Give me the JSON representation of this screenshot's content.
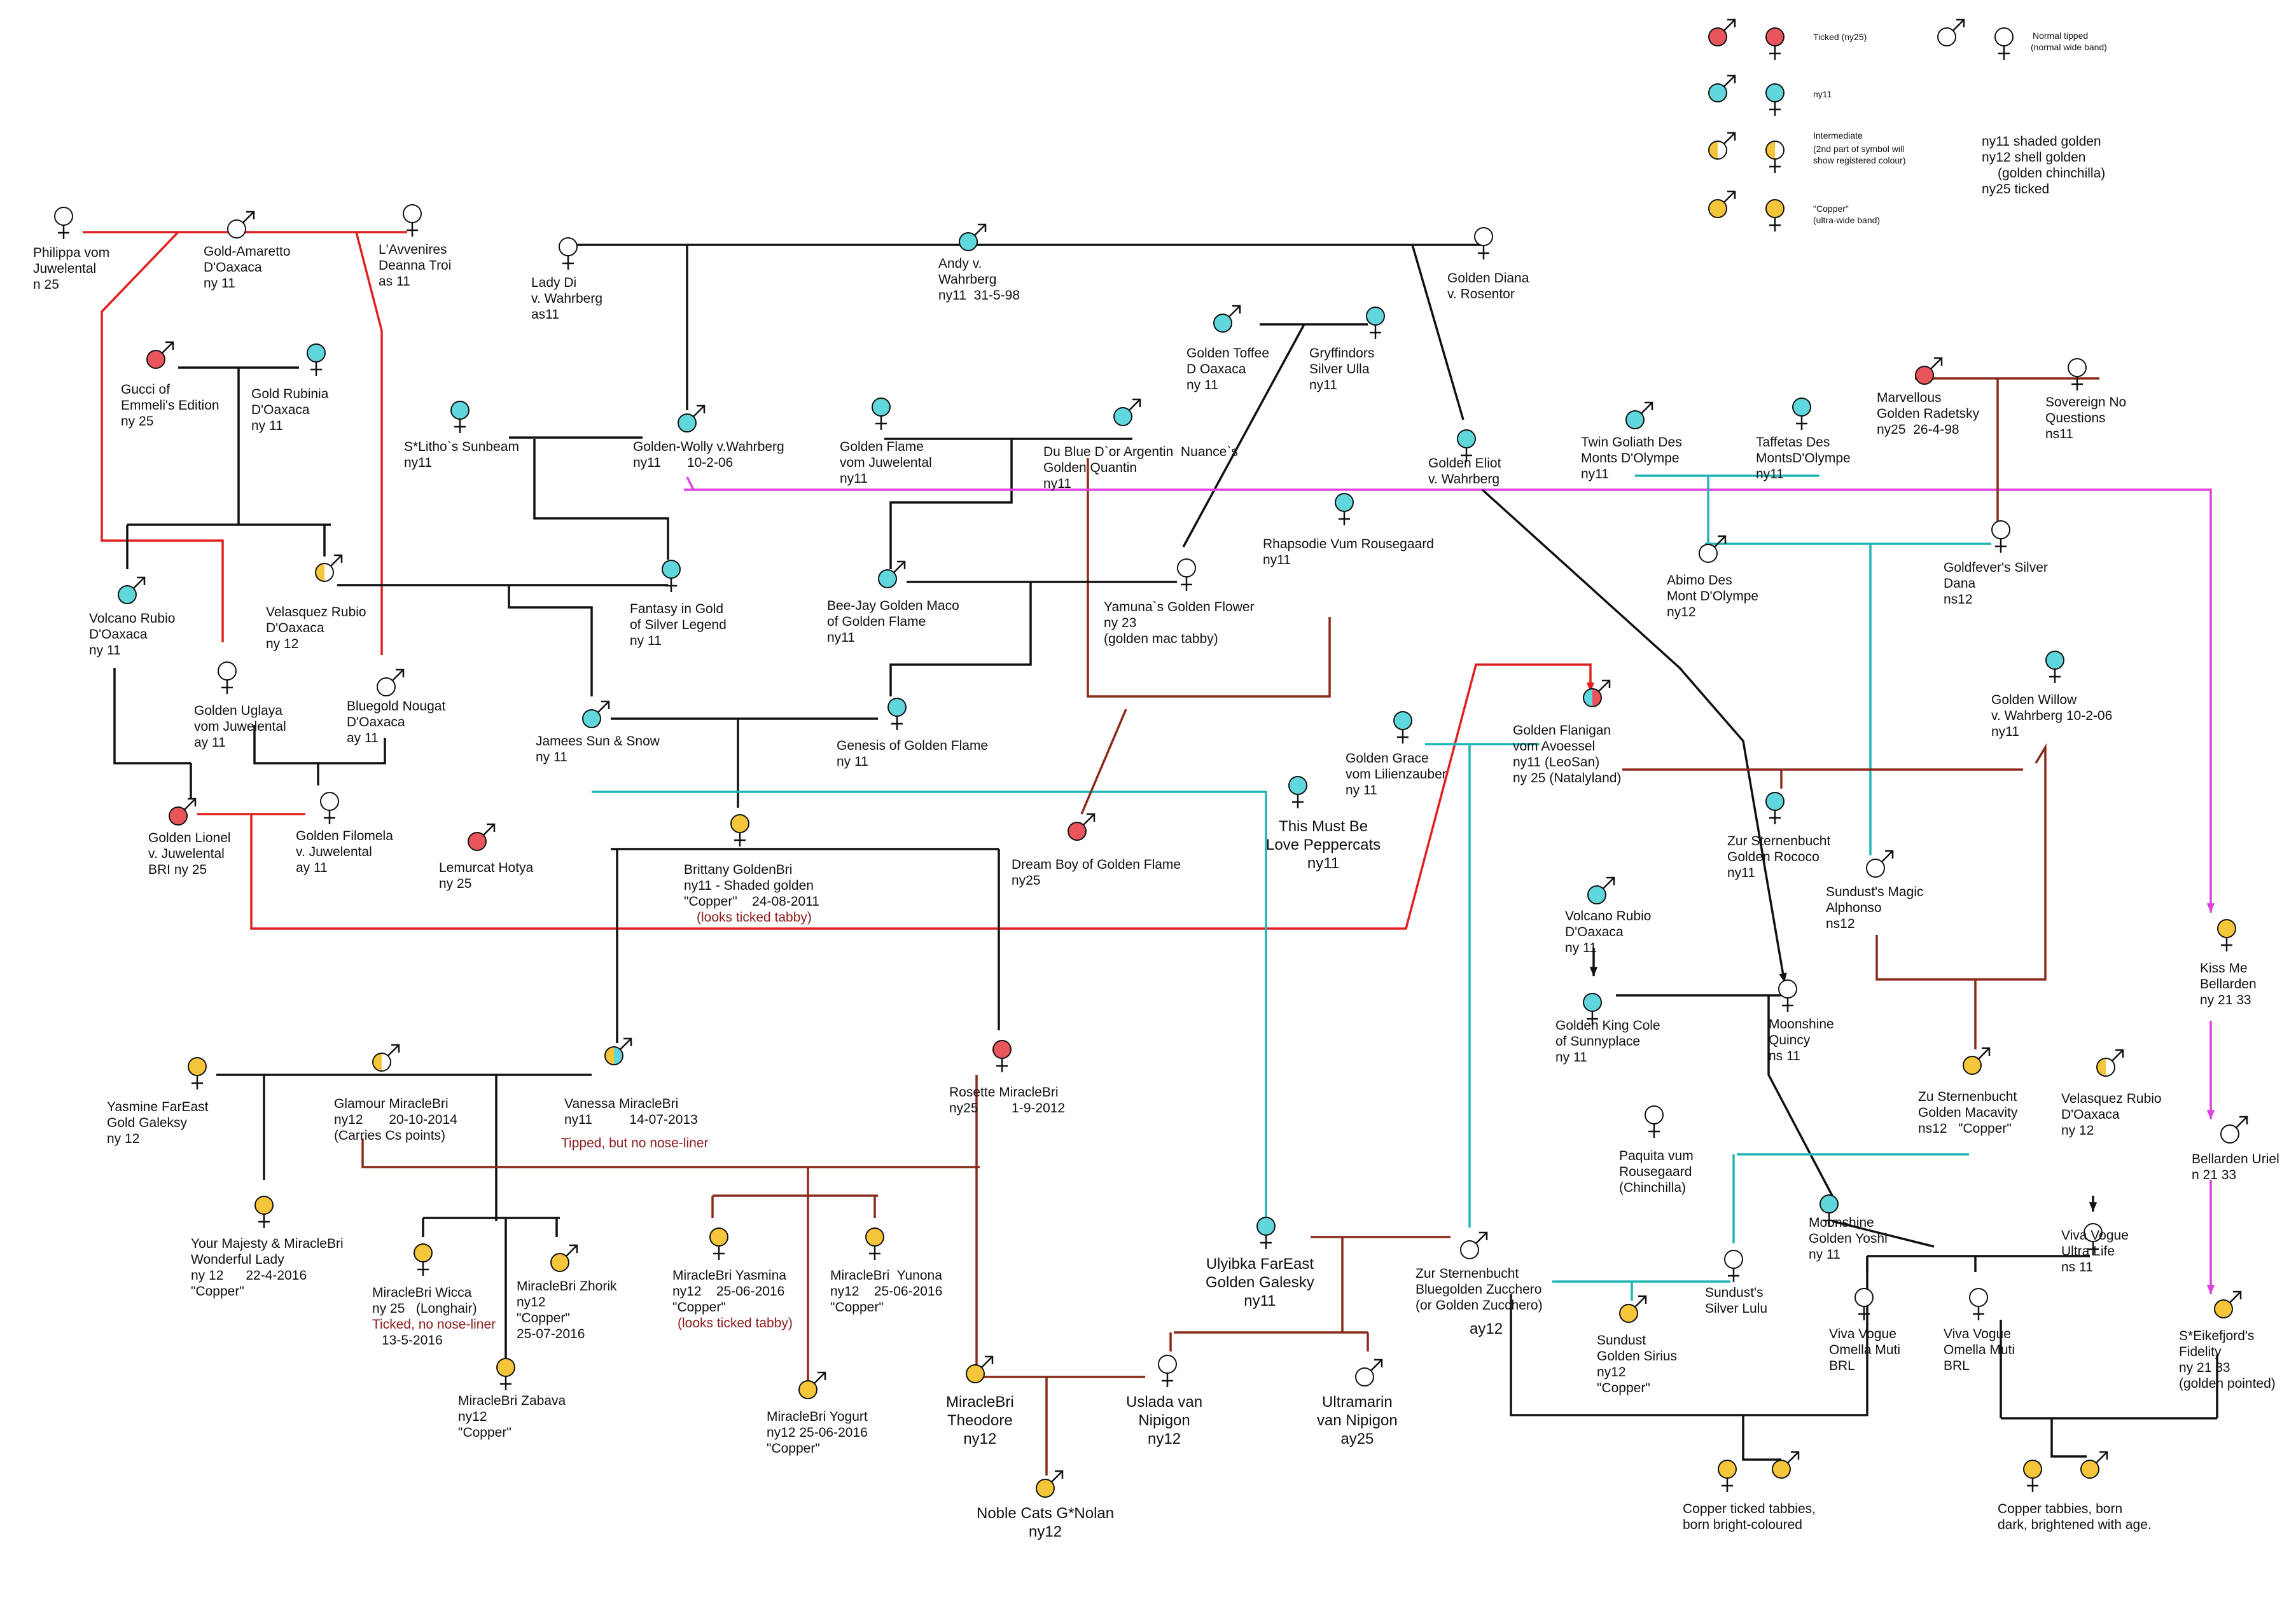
{
  "colors": {
    "ticked": "#e8555a",
    "ny11": "#5fd7dd",
    "copper": "#f5c53a",
    "normal": "#ffffff",
    "red_line": "#e02020",
    "teal_line": "#1fb5b5",
    "brown_line": "#8a2a1a",
    "magenta_line": "#e040e0",
    "black_line": "#111111"
  },
  "legend": {
    "ticked": "Ticked (ny25)",
    "normal": "Normal tipped",
    "normal_sub": "(normal wide band)",
    "ny11": "ny11",
    "intermediate": "Intermediate",
    "intermediate_sub1": "(2nd part of symbol will",
    "intermediate_sub2": "show registered colour)",
    "copper": "\"Copper\"",
    "copper_sub": "(ultra-wide band)",
    "codes": [
      "ny11 shaded golden",
      "ny12 shell golden",
      "(golden chinchilla)",
      "ny25 ticked"
    ]
  },
  "cats": {
    "philippa": "Philippa vom\nJuwelental\nn 25",
    "amaretto": "Gold-Amaretto\nD'Oaxaca\nny 11",
    "avvenires": "L'Avvenires\nDeanna Troi\nas 11",
    "ladydi": "Lady Di\nv. Wahrberg\nas11",
    "andy": "Andy v.\nWahrberg\nny11  31-5-98",
    "diana": "Golden Diana\nv. Rosentor",
    "gucci": "Gucci of\nEmmeli's Edition\nny 25",
    "rubinia": "Gold Rubinia\nD'Oaxaca\nny 11",
    "toffee": "Golden Toffee\nD Oaxaca\nny 11",
    "gryffindors": "Gryffindors\nSilver Ulla\nny11",
    "litho": "S*Litho`s Sunbeam\nny11",
    "wolly": "Golden-Wolly v.Wahrberg\nny11       10-2-06",
    "flame": "Golden Flame\nvom Juwelental\nny11",
    "dublue": "Du Blue D`or Argentin  Nuance`s\nGolden Quantin\nny11",
    "eliot": "Golden Eliot\nv. Wahrberg",
    "goliath": "Twin Goliath Des\nMonts D'Olympe\nny11",
    "taffetas": "Taffetas Des\nMontsD'Olympe\nny11",
    "marvellous": "Marvellous\nGolden Radetsky\nny25  26-4-98",
    "sovereign": "Sovereign No\nQuestions\nns11",
    "rhapsodie": "Rhapsodie Vum Rousegaard\nny11",
    "volcano1": "Volcano Rubio\nD'Oaxaca\nny 11",
    "velasquez1": "Velasquez Rubio\nD'Oaxaca\nny 12",
    "fantasy": "Fantasy in Gold\nof Silver Legend\nny 11",
    "beejay": "Bee-Jay Golden Maco\nof Golden Flame\nny11",
    "yamuna": "Yamuna`s Golden Flower\nny 23\n(golden mac tabby)",
    "abimo": "Abimo Des\nMont D'Olympe\nny12",
    "goldfever": "Goldfever's Silver\nDana\nns12",
    "uglaya": "Golden Uglaya\nvom Juwelental\nay 11",
    "nougat": "Bluegold Nougat\nD'Oaxaca\nay 11",
    "jamees": "Jamees Sun & Snow\nny 11",
    "genesis": "Genesis of Golden Flame\nny 11",
    "grace": "Golden Grace\nvom Lilienzauber\nny 11",
    "flanigan": "Golden Flanigan\nvom Avoessel\nny11 (LeoSan)\nny 25 (Natalyland)",
    "willow": "Golden Willow\nv. Wahrberg 10-2-06\nny11",
    "lionel": "Golden Lionel\nv. Juwelental\nBRI ny 25",
    "filomela": "Golden Filomela\nv. Juwelental\nay 11",
    "hotya": "Lemurcat Hotya\nny 25",
    "brittany": "Brittany GoldenBri\nny11 - Shaded golden\n\"Copper\"    24-08-2011",
    "brittany_note": "(looks ticked tabby)",
    "dreamboy": "Dream Boy of Golden Flame\nny25",
    "peppercats": "This Must Be\nLove Peppercats\nny11",
    "rococo": "Zur Sternenbucht\nGolden Rococo\nny11",
    "alphonso": "Sundust's Magic\nAlphonso\nns12",
    "volcano2": "Volcano Rubio\nD'Oaxaca\nny 11",
    "kingcole": "Golden King Cole\nof Sunnyplace\nny 11",
    "moonshine_q": "Moonshine\nQuincy\nns 11",
    "kissme": "Kiss Me\nBellarden\nny 21 33",
    "yasmine": "Yasmine FarEast\nGold Galeksy\nny 12",
    "glamour": "Glamour MiracleBri\nny12       20-10-2014\n(Carries Cs points)",
    "vanessa": "Vanessa MiracleBri\nny11          14-07-2013",
    "vanessa_note": "Tipped, but no nose-liner",
    "rosette": "Rosette MiracleBri\nny25         1-9-2012",
    "macavity": "Zu Sternenbucht\nGolden Macavity\nns12   \"Copper\"",
    "velasquez2": "Velasquez Rubio\nD'Oaxaca\nny 12",
    "uriel": "Bellarden Uriel\nn 21 33",
    "paquita": "Paquita vum\nRousegaard\n(Chinchilla)",
    "majesty": "Your Majesty & MiracleBri\nWonderful Lady\nny 12      22-4-2016\n\"Copper\"",
    "wicca": "MiracleBri Wicca\nny 25   (Longhair)",
    "wicca_note": "Ticked, no nose-liner",
    "wicca_date": "13-5-2016",
    "zhorik": "MiracleBri Zhorik\nny12\n\"Copper\"\n25-07-2016",
    "yasmina": "MiracleBri Yasmina\nny12    25-06-2016\n\"Copper\"",
    "yasmina_note": "(looks ticked tabby)",
    "yunona": "MiracleBri  Yunona\nny12    25-06-2016\n\"Copper\"",
    "galesky": "Ulyibka FarEast\nGolden Galesky\nny11",
    "zucchero": "Zur Sternenbucht\nBluegolden Zucchero\n(or Golden Zucchero)",
    "zucchero_code": "ay12",
    "sirius": "Sundust\nGolden Sirius\nny12\n\"Copper\"",
    "lulu": "Sundust's\nSilver Lulu",
    "yoshi": "Moonshine\nGolden Yoshi\nny 11",
    "ultralife": "Viva Vogue\nUltra Life\nns 11",
    "muti1": "Viva Vogue\nOmella Muti\nBRL",
    "muti2": "Viva Vogue\nOmella Muti\nBRL",
    "eikefjord": "S*Eikefjord's\nFidelity\nny 21 33\n(golden pointed)",
    "zabava": "MiracleBri Zabava\nny12\n\"Copper\"",
    "yogurt": "MiracleBri Yogurt\nny12 25-06-2016\n\"Copper\"",
    "theodore": "MiracleBri\nTheodore\nny12",
    "uslada": "Uslada van\nNipigon\nny12",
    "ultramarin": "Ultramarin\nvan Nipigon\nay25",
    "nolan": "Noble Cats G*Nolan\nny12",
    "copper_ticked": "Copper ticked tabbies,\nborn bright-coloured",
    "copper_tabbies": "Copper tabbies, born\ndark, brightened with age."
  }
}
